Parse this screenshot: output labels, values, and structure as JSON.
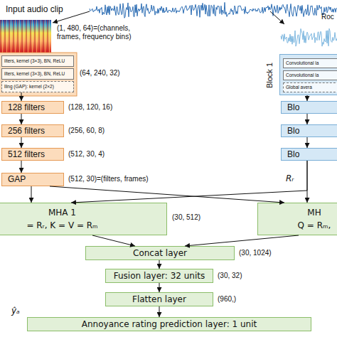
{
  "diagram": {
    "nodes": [
      {
        "text": [
          "ilters, kernel (3×3), BN, ReLU"
        ]
      },
      {
        "text": [
          "ilters, kernel (3×3), BN, ReLU"
        ]
      },
      {
        "text": [
          "lling (GAP): kernel (2×2)"
        ]
      },
      {
        "text": [
          "Block 1"
        ]
      },
      {
        "text": [
          "Convolutional la"
        ],
        "in": 3
      },
      {
        "text": [
          "Convolutional la"
        ],
        "in": 3
      },
      {
        "text": [
          "Global avera"
        ],
        "in": 3
      },
      {
        "text": [
          "128 filters"
        ]
      },
      {
        "text": [
          "Blo"
        ]
      },
      {
        "text": [
          "256 filters"
        ]
      },
      {
        "text": [
          "Blo"
        ]
      },
      {
        "text": [
          "512 filters"
        ]
      },
      {
        "text": [
          "Blo"
        ]
      },
      {
        "text": [
          "GAP"
        ]
      },
      {
        "text": [
          "MHA 1",
          "= Rᵣ, K = V = Rₘ"
        ]
      },
      {
        "text": [
          "MH",
          "Q = Rₘ,"
        ]
      },
      {
        "text": [
          "Concat layer"
        ]
      },
      {
        "text": [
          "Fusion layer: 32 units"
        ]
      },
      {
        "text": [
          "Flatten layer"
        ]
      },
      {
        "text": [
          "Annoyance rating prediction layer: 1 unit"
        ]
      }
    ],
    "edges": [
      {
        "from": 2,
        "to": 7,
        "arrow": "to"
      },
      {
        "from": 7,
        "to": 9,
        "arrow": "to"
      },
      {
        "from": 9,
        "to": 11,
        "arrow": "to"
      },
      {
        "from": 11,
        "to": 13,
        "arrow": "to"
      },
      {
        "from": 3,
        "to": 8,
        "arrow": "to"
      },
      {
        "from": 8,
        "to": 10,
        "arrow": "to"
      },
      {
        "from": 10,
        "to": 12,
        "arrow": "to"
      },
      {
        "from": 13,
        "to": 14,
        "arrow": "to"
      },
      {
        "from": 13,
        "to": 15,
        "arrow": "to"
      },
      {
        "from": 12,
        "to": 14,
        "arrow": "to"
      },
      {
        "from": 12,
        "to": 15,
        "arrow": "to"
      },
      {
        "from": 14,
        "to": 16,
        "arrow": "to"
      },
      {
        "from": 15,
        "to": 16,
        "arrow": "to"
      },
      {
        "from": 16,
        "to": 17,
        "arrow": "to"
      },
      {
        "from": 17,
        "to": 18,
        "arrow": "to"
      },
      {
        "from": 18,
        "to": 19,
        "arrow": "to"
      }
    ],
    "labels": [
      "Input audio clip",
      "Roc",
      "(1, 480, 64)=(channels, frames, frequency bins)",
      "(64, 240, 32)",
      "(128, 120, 16)",
      "(256, 60, 8)",
      "(512, 30, 4)",
      "(512, 30)=(filters, frames)",
      "Rᵣ",
      "(30, 512)",
      "(30, 1024)",
      "(30, 32)",
      "(960,)",
      "ŷₐ"
    ]
  }
}
